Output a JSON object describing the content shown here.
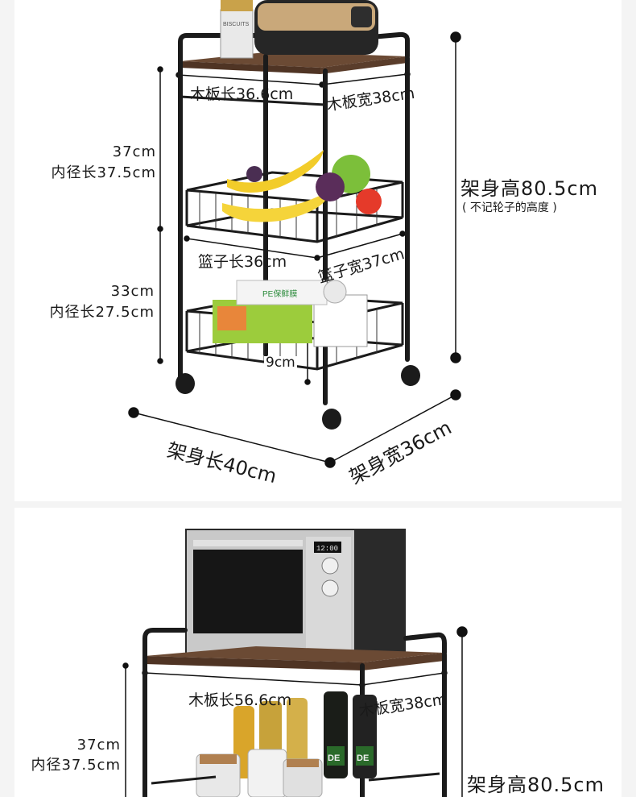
{
  "cart_3tier": {
    "board_length": "木板长36.6cm",
    "board_width": "木板宽38cm",
    "tier1_gap": "37cm",
    "tier1_inner_length": "内径长37.5cm",
    "tier2_gap": "33cm",
    "tier2_inner_length": "内径长27.5cm",
    "basket_length": "篮子长36cm",
    "basket_width": "篮子宽37cm",
    "basket_depth": "9cm",
    "body_height": "架身高80.5cm",
    "body_height_note": "( 不记轮子的高度 )",
    "body_length": "架身长40cm",
    "body_width": "架身宽36cm",
    "biscuit_tin_text": "BISCUITS",
    "wrap_box_text": "PE保鲜膜"
  },
  "cart_microwave": {
    "board_length": "木板长56.6cm",
    "board_width": "木板宽38cm",
    "tier1_gap": "37cm",
    "tier1_inner_length": "内径37.5cm",
    "body_height": "架身高80.5cm",
    "microwave_display": "12:00",
    "bottle_label": "DE"
  },
  "colors": {
    "frame": "#1b1b1b",
    "wood": "#6b4a34",
    "dimension": "#111111",
    "background": "#ffffff"
  }
}
